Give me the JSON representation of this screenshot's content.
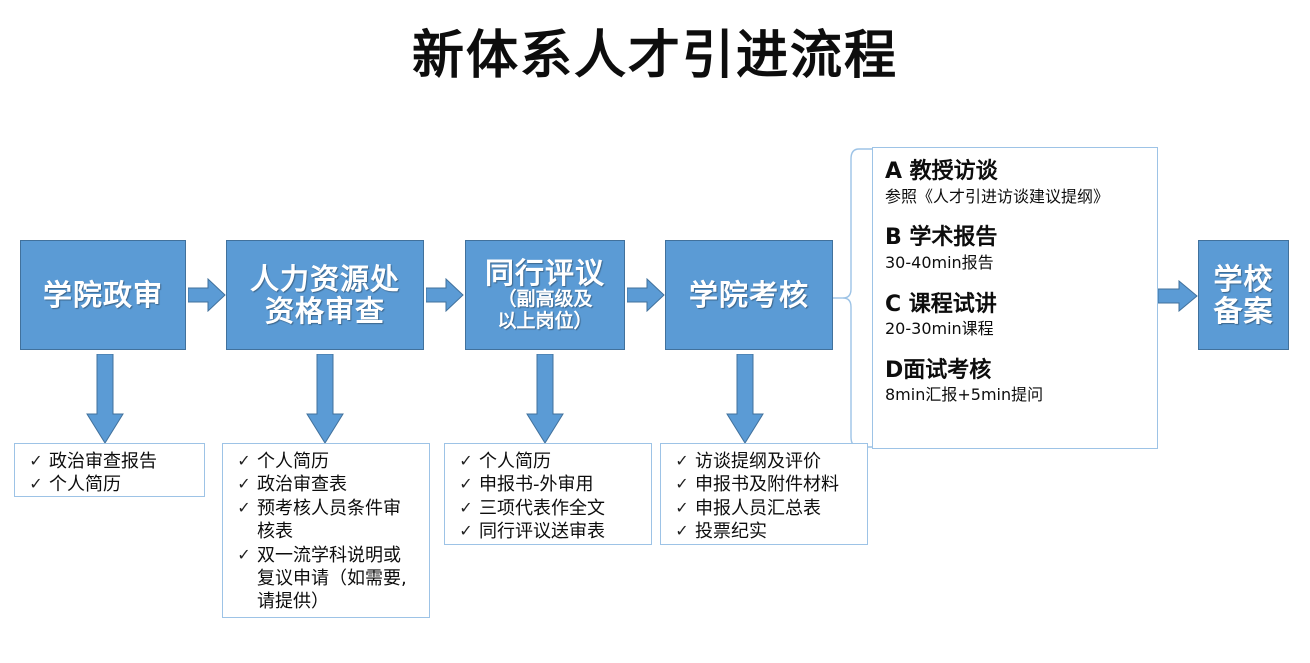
{
  "page": {
    "title": "新体系人才引进流程",
    "accent_blue": "#5B9BD5",
    "accent_border": "#41719C",
    "outline_blue": "#9DC3E6",
    "check_glyph": "✓"
  },
  "process_steps": [
    {
      "id": "step-1",
      "label": "学院政审",
      "sub": ""
    },
    {
      "id": "step-2",
      "label": "人力资源处",
      "label2": "资格审查",
      "sub": ""
    },
    {
      "id": "step-3",
      "label": "同行评议",
      "sub1": "（副高级及",
      "sub2": "以上岗位）"
    },
    {
      "id": "step-4",
      "label": "学院考核",
      "sub": ""
    },
    {
      "id": "step-5",
      "label": "学校",
      "label2": "备案",
      "sub": ""
    }
  ],
  "checklists": [
    {
      "id": "checklist-1",
      "items": [
        "政治审查报告",
        "个人简历"
      ],
      "continuations": []
    },
    {
      "id": "checklist-2",
      "items": [
        "个人简历",
        "政治审查表",
        "预考核人员条件审",
        "双一流学科说明或"
      ],
      "cont_after_3": "核表",
      "cont_after_4_a": "复议申请（如需要,",
      "cont_after_4_b": "请提供）"
    },
    {
      "id": "checklist-3",
      "items": [
        "个人简历",
        "申报书-外审用",
        "三项代表作全文",
        "同行评议送审表"
      ]
    },
    {
      "id": "checklist-4",
      "items": [
        "访谈提纲及评价",
        "申报书及附件材料",
        "申报人员汇总表",
        "投票纪实"
      ]
    }
  ],
  "assessment_panel": {
    "items": [
      {
        "head": "A  教授访谈",
        "desc": "参照《人才引进访谈建议提纲》"
      },
      {
        "head": "B  学术报告",
        "desc": "30-40min报告"
      },
      {
        "head": "C  课程试讲",
        "desc": "20-30min课程"
      },
      {
        "head": "D面试考核",
        "desc": "8min汇报+5min提问"
      }
    ]
  }
}
